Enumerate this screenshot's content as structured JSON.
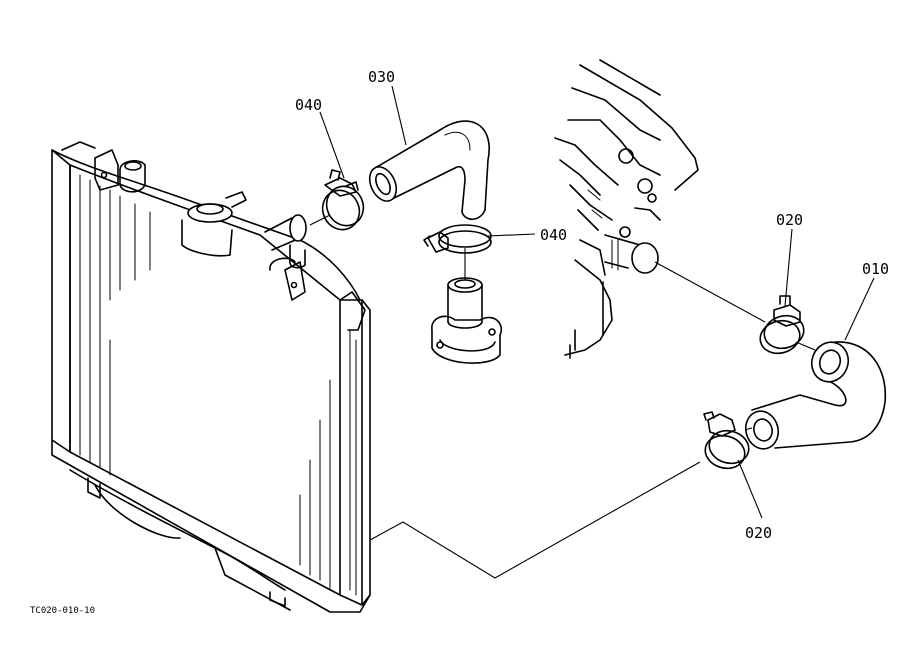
{
  "diagram": {
    "reference_code": "TC020-010-10",
    "parts": [
      {
        "id": "p010",
        "number": "010",
        "name": "lower-hose"
      },
      {
        "id": "p020a",
        "number": "020",
        "name": "clamp-upper"
      },
      {
        "id": "p020b",
        "number": "020",
        "name": "clamp-lower"
      },
      {
        "id": "p030",
        "number": "030",
        "name": "upper-hose"
      },
      {
        "id": "p040a",
        "number": "040",
        "name": "clamp-left"
      },
      {
        "id": "p040b",
        "number": "040",
        "name": "clamp-right"
      }
    ]
  }
}
